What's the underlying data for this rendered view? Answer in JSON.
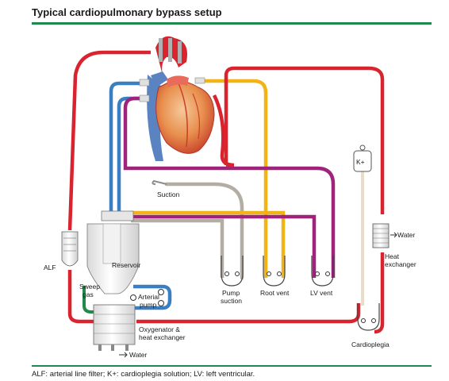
{
  "title": "Typical cardiopulmonary bypass setup",
  "footnote": "ALF: arterial line filter; K+: cardioplegia solution; LV: left ventricular.",
  "labels": {
    "suction": "Suction",
    "reservoir": "Reservoir",
    "alf": "ALF",
    "sweep_gas_1": "Sweep",
    "sweep_gas_2": "gas",
    "arterial_pump_1": "Arterial",
    "arterial_pump_2": "pump",
    "oxygenator_1": "Oxygenator &",
    "oxygenator_2": "heat exchanger",
    "water_bottom": "Water",
    "pump_suction_1": "Pump",
    "pump_suction_2": "suction",
    "root_vent": "Root vent",
    "lv_vent": "LV vent",
    "k_plus": "K+",
    "water_right": "Water",
    "heat_exchanger_1": "Heat",
    "heat_exchanger_2": "exchanger",
    "cardioplegia": "Cardioplegia"
  },
  "colors": {
    "rule": "#1f8a4c",
    "arterial_line": "#d9232e",
    "venous_line": "#3a7fc4",
    "root_vent_line": "#f2b316",
    "lv_vent_line": "#a0237b",
    "suction_line": "#b3ada3",
    "sweep_gas_line": "#1f8a4c"
  }
}
